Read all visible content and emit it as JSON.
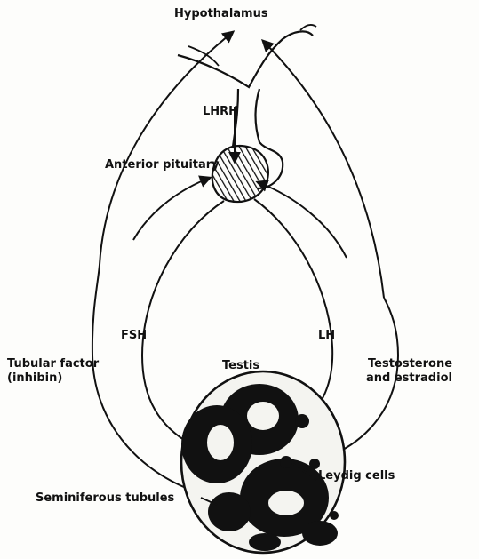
{
  "diagram": {
    "labels": {
      "hypothalamus": "Hypothalamus",
      "lhrh": "LHRH",
      "anterior_pituitary": "Anterior pituitary",
      "fsh": "FSH",
      "lh": "LH",
      "tubular_factor_line1": "Tubular factor",
      "tubular_factor_line2": "(inhibin)",
      "testis": "Testis",
      "testosterone_line1": "Testosterone",
      "testosterone_line2": "and estradiol",
      "leydig_cells": "Leydig cells",
      "seminiferous_tubules": "Seminiferous tubules"
    }
  },
  "colors": {
    "ink": "#111111",
    "background": "#fdfdfb"
  }
}
